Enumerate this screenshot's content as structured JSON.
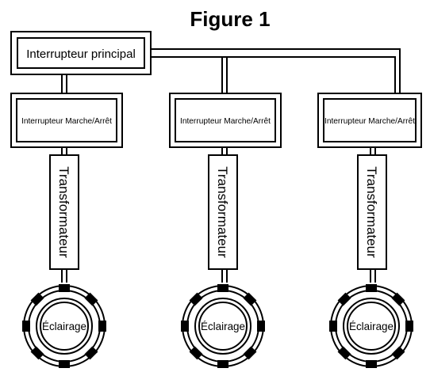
{
  "figure": {
    "title": "Figure 1"
  },
  "main_switch": {
    "label": "Interrupteur principal"
  },
  "branches": [
    {
      "switch_label": "Interrupteur Marche/Arrêt",
      "transformer_label": "Transformateur",
      "light_label": "Éclairage"
    },
    {
      "switch_label": "Interrupteur Marche/Arrêt",
      "transformer_label": "Transformateur",
      "light_label": "Éclairage"
    },
    {
      "switch_label": "Interrupteur Marche/Arrêt",
      "transformer_label": "Transformateur",
      "light_label": "Éclairage"
    }
  ]
}
